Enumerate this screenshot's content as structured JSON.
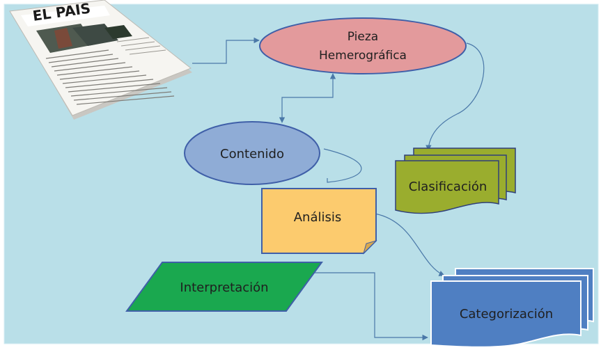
{
  "newspaper": {
    "masthead": "EL PAIS"
  },
  "nodes": {
    "pieza_line1": "Pieza",
    "pieza_line2": "Hemerográfica",
    "contenido": "Contenido",
    "clasificacion": "Clasificación",
    "analisis": "Análisis",
    "interpretacion": "Interpretación",
    "categorizacion": "Categorización"
  },
  "colors": {
    "background": "#b9dfe8",
    "pieza_fill": "#e39a9c",
    "contenido_fill": "#8facd6",
    "clasificacion_fill": "#9aad2e",
    "analisis_fill": "#fccb6e",
    "interpretacion_fill": "#1aa84f",
    "categorizacion_fill": "#4f7fc2",
    "connector": "#4a78a8"
  }
}
